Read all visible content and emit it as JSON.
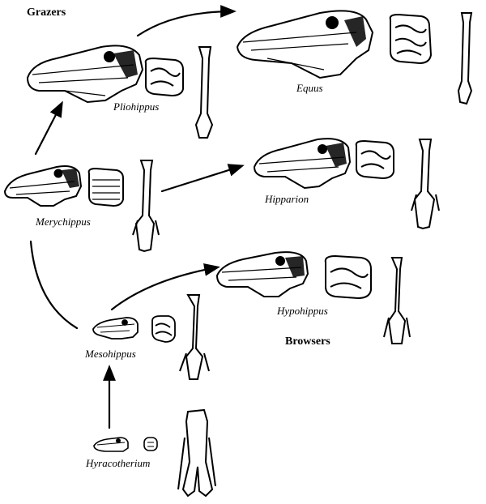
{
  "groups": {
    "grazers": "Grazers",
    "browsers": "Browsers"
  },
  "taxa": {
    "equus": "Equus",
    "pliohippus": "Pliohippus",
    "hipparion": "Hipparion",
    "merychippus": "Merychippus",
    "hypohippus": "Hypohippus",
    "mesohippus": "Mesohippus",
    "hyracotherium": "Hyracotherium"
  },
  "lineage_arrows": [
    {
      "from": "hyracotherium",
      "to": "mesohippus"
    },
    {
      "from": "mesohippus",
      "to": "hypohippus"
    },
    {
      "from": "merychippus",
      "to": "mesohippus"
    },
    {
      "from": "merychippus",
      "to": "pliohippus"
    },
    {
      "from": "merychippus",
      "to": "hipparion"
    },
    {
      "from": "pliohippus",
      "to": "equus"
    }
  ],
  "colors": {
    "ink": "#000000",
    "paper": "#ffffff"
  }
}
